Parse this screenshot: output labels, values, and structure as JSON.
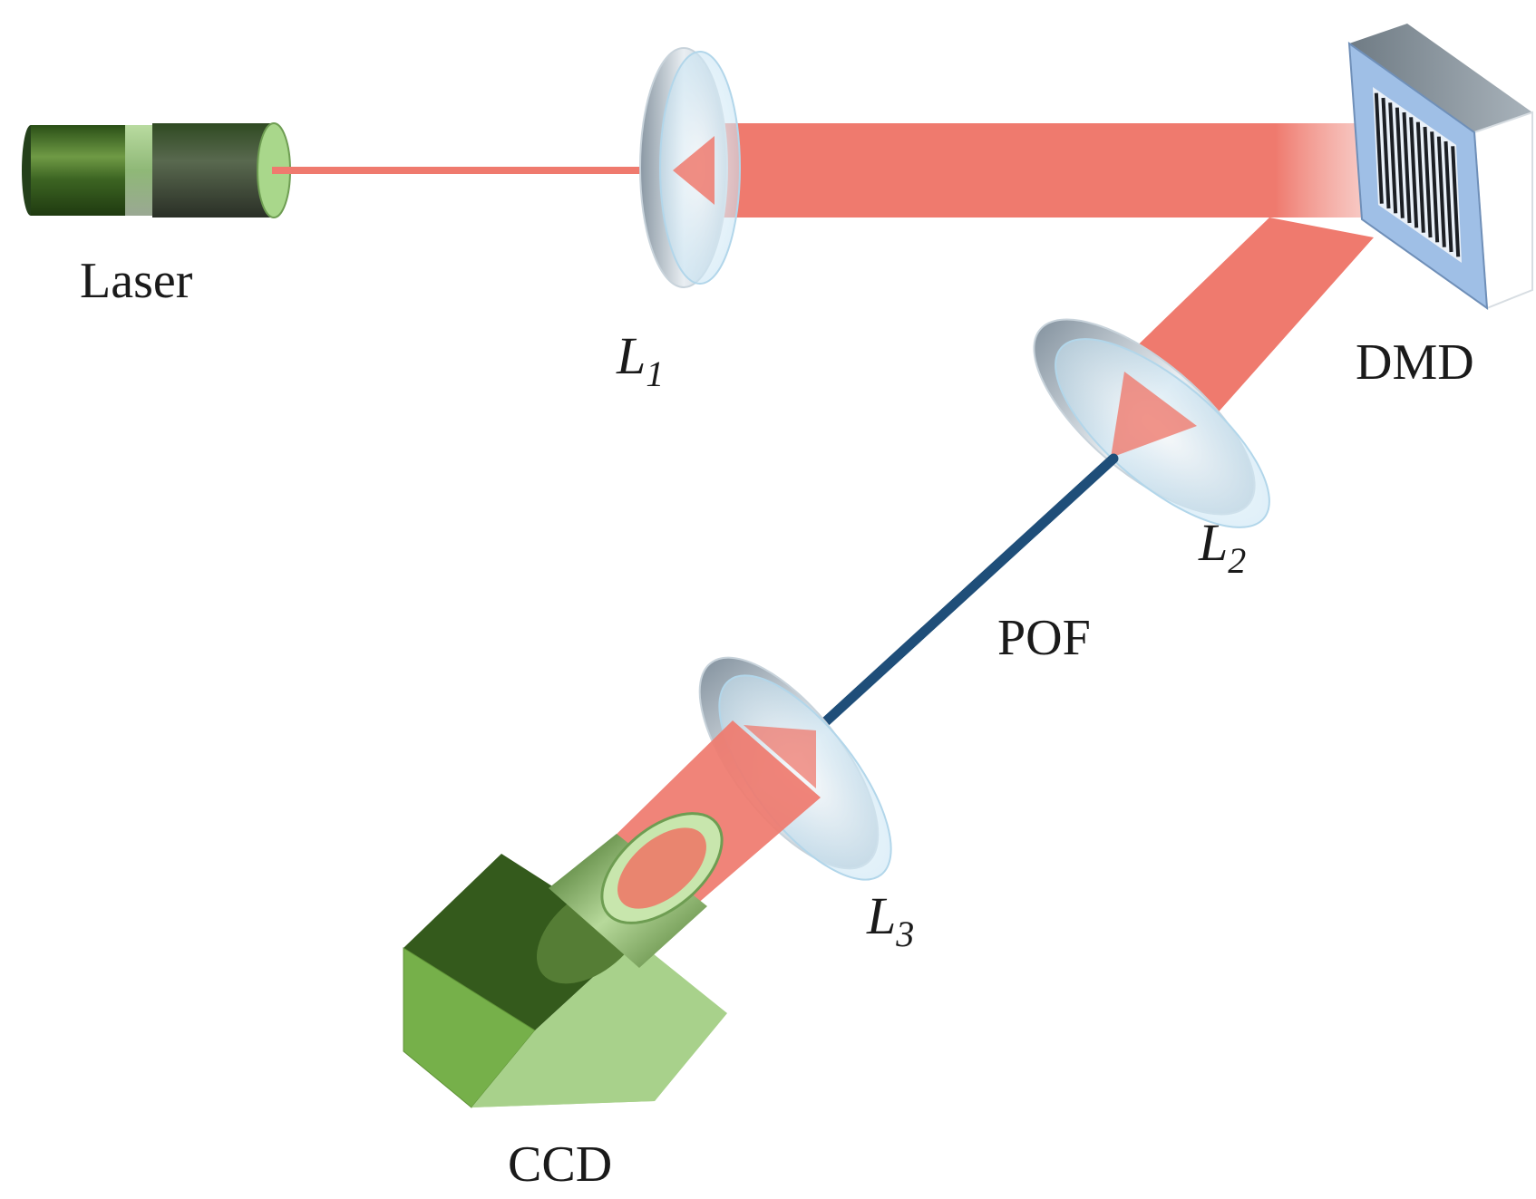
{
  "labels": {
    "laser": "Laser",
    "l1_main": "L",
    "l1_sub": "1",
    "dmd": "DMD",
    "l2_main": "L",
    "l2_sub": "2",
    "pof": "POF",
    "l3_main": "L",
    "l3_sub": "3",
    "ccd": "CCD"
  },
  "colors": {
    "beam": "#ef7a6e",
    "fiber": "#1f4e79",
    "lens": "#dff0fa",
    "laser_body": "#2f5a1e",
    "laser_band": "#a8d08d",
    "dmd_frame": "#9fbfe6",
    "ccd_green": "#76b04a"
  }
}
